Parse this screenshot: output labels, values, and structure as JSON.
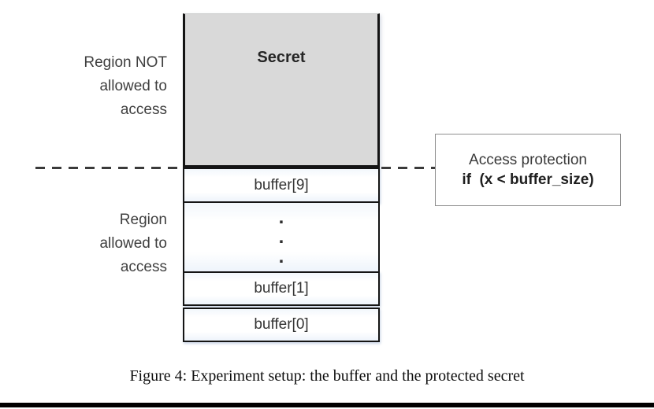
{
  "figure": {
    "region_not_allowed": {
      "lines": [
        "Region NOT",
        "allowed to",
        "access"
      ]
    },
    "region_allowed": {
      "lines": [
        "Region",
        "allowed to",
        "access"
      ]
    },
    "stack": {
      "secret_label": "Secret",
      "buffer_top": "buffer[9]",
      "dots": [
        ".",
        ".",
        "."
      ],
      "buffer_1": "buffer[1]",
      "buffer_0": "buffer[0]"
    },
    "access_box": {
      "line1": "Access protection",
      "line2": "if  (x < buffer_size)"
    },
    "caption": "Figure 4: Experiment setup: the buffer and the protected secret",
    "colors": {
      "secret_fill": "#d9d9d9",
      "line": "#141414",
      "label_text": "#3f3f3f",
      "access_border": "#8f8f8f"
    }
  }
}
